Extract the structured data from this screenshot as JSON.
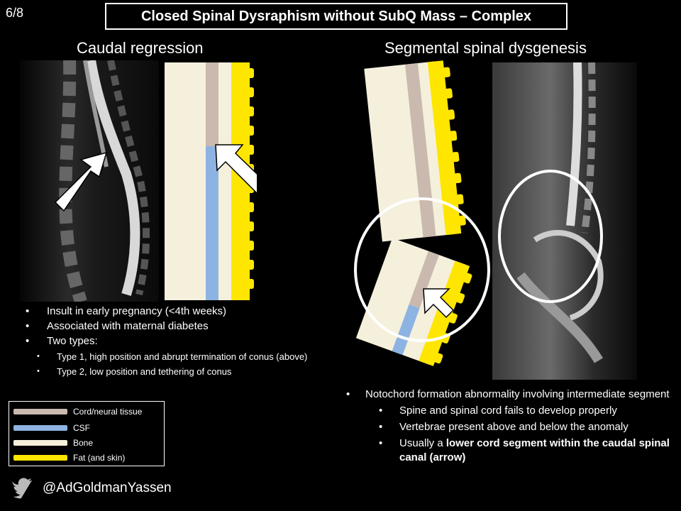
{
  "page_number": "6/8",
  "title": "Closed Spinal Dysraphism without SubQ Mass – Complex",
  "left": {
    "subtitle": "Caudal regression",
    "bullets": [
      "Insult in early pregnancy (<4th weeks)",
      "Associated with maternal diabetes",
      "Two types:"
    ],
    "sub_bullets": [
      "Type 1, high position and abrupt termination of conus  (above)",
      "Type 2, low position and tethering of conus"
    ]
  },
  "right": {
    "subtitle": "Segmental spinal dysgenesis",
    "bullet": "Notochord formation abnormality involving intermediate segment",
    "sub_bullets": [
      "Spine and spinal cord fails to develop properly",
      "Vertebrae present above and below the anomaly"
    ],
    "last_sub_prefix": "Usually a ",
    "last_sub_bold": "lower cord segment within the caudal spinal canal (arrow)"
  },
  "legend": {
    "items": [
      {
        "label": "Cord/neural tissue",
        "color": "#c9b9ae"
      },
      {
        "label": "CSF",
        "color": "#8db3e2"
      },
      {
        "label": "Bone",
        "color": "#f5f0dc"
      },
      {
        "label": "Fat (and skin)",
        "color": "#ffe600"
      }
    ]
  },
  "social": {
    "icon": "twitter-bird-icon",
    "handle": "@AdGoldmanYassen"
  }
}
